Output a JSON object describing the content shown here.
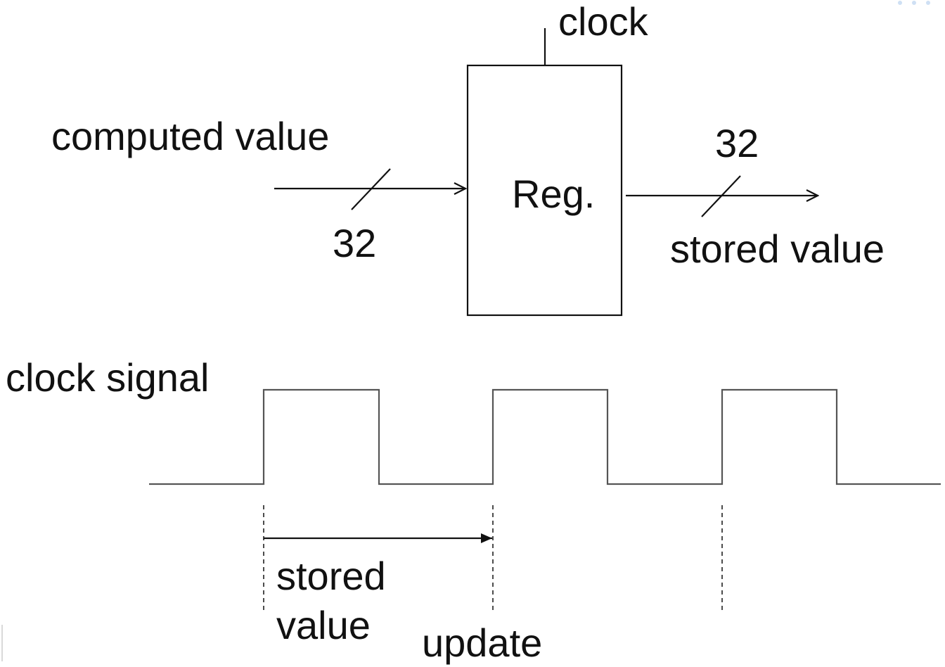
{
  "register": {
    "label": "Reg.",
    "clock_label": "clock"
  },
  "input": {
    "label": "computed value",
    "width": "32"
  },
  "output": {
    "label": "stored value",
    "width": "32"
  },
  "clock_signal": {
    "label": "clock signal"
  },
  "timing": {
    "stored_value_line1": "stored",
    "stored_value_line2": "value",
    "update_label": "update"
  }
}
